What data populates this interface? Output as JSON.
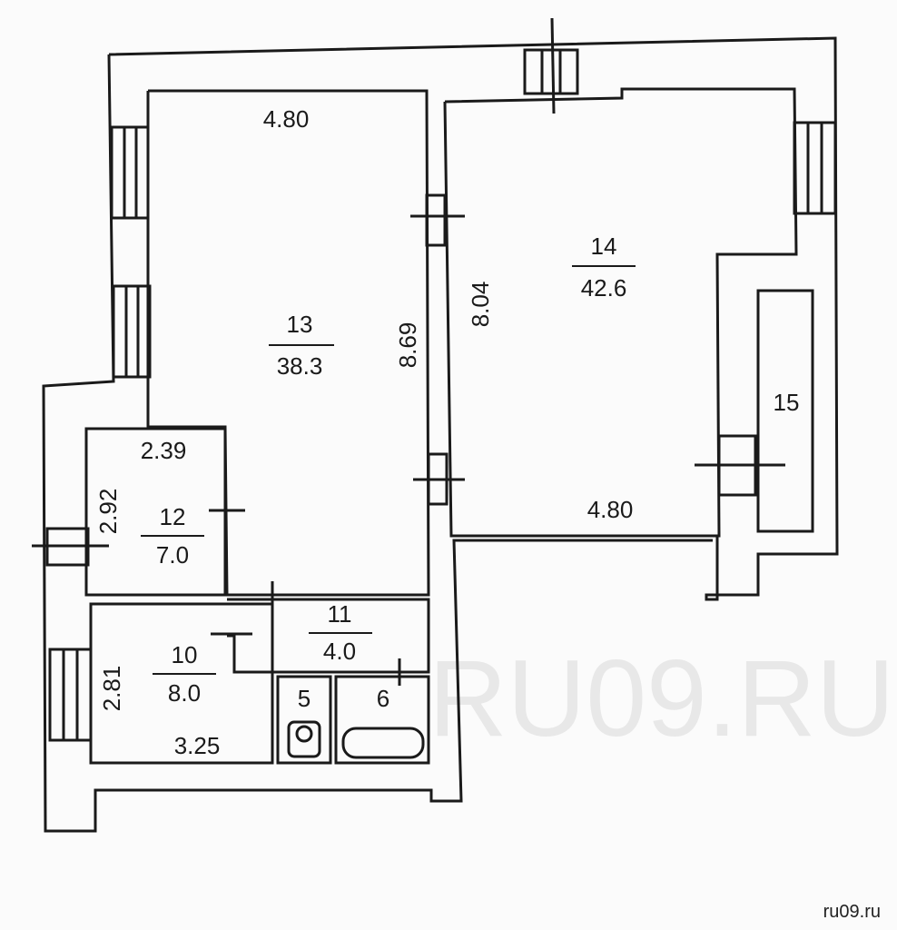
{
  "watermark": "RU09.RU",
  "site_label": "ru09.ru",
  "rooms": [
    {
      "number": "13",
      "area": "38.3"
    },
    {
      "number": "14",
      "area": "42.6"
    },
    {
      "number": "15"
    },
    {
      "number": "12",
      "area": "7.0"
    },
    {
      "number": "11",
      "area": "4.0"
    },
    {
      "number": "10",
      "area": "8.0"
    },
    {
      "number": "5"
    },
    {
      "number": "6"
    }
  ],
  "dimensions": {
    "room13_width": "4.80",
    "room13_length": "8.69",
    "room14_length": "8.04",
    "room14_width": "4.80",
    "room12_width": "2.39",
    "room12_length": "2.92",
    "room10_length": "2.81",
    "room10_width": "3.25"
  }
}
